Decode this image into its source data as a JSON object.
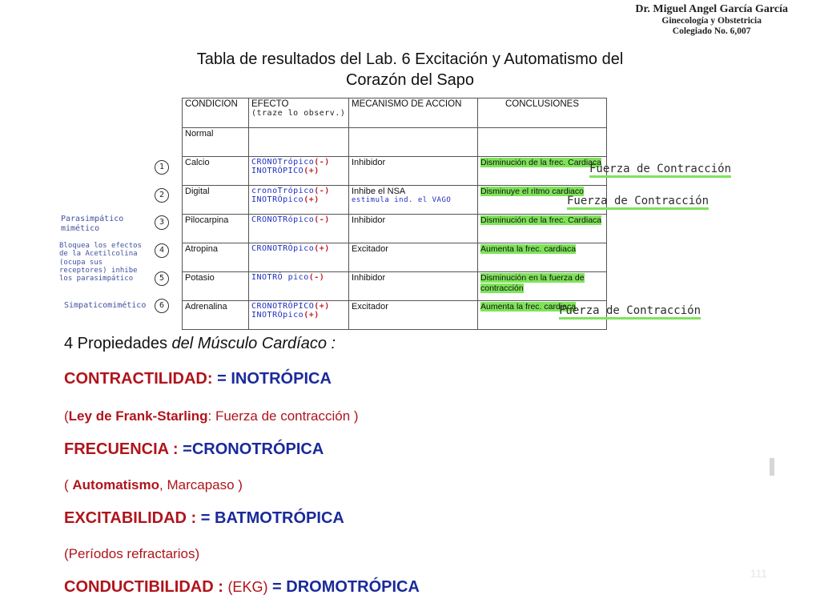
{
  "stamp": {
    "line1": "Dr. Miguel Angel García García",
    "line2": "Ginecología y Obstetricia",
    "line3": "Colegiado No. 6,007"
  },
  "title": {
    "line1": "Tabla de resultados del Lab. 6 Excitación y Automatismo del",
    "line2": "Corazón del Sapo"
  },
  "table": {
    "headers": {
      "condicion": "CONDICION",
      "efecto": "EFECTO",
      "efecto_note": "(traze lo observ.)",
      "mecanismo": "MECANISMO DE ACCION",
      "conclusiones": "CONCLUSIONES"
    },
    "rows": [
      {
        "num": "",
        "condicion": "Normal",
        "efecto1": "",
        "signo1": "",
        "efecto2": "",
        "signo2": "",
        "mecanismo": "",
        "mecanismo_note": "",
        "conclusion": ""
      },
      {
        "num": "1",
        "condicion": "Calcio",
        "efecto1": "CRONOTrópico",
        "signo1": "(-)",
        "efecto2": "INOTRÓPICO",
        "signo2": "(+)",
        "mecanismo": "Inhibidor",
        "mecanismo_note": "",
        "conclusion": "Disminución de la frec. Cardiaca"
      },
      {
        "num": "2",
        "condicion": "Digital",
        "efecto1": "cronoTrópico",
        "signo1": "(-)",
        "efecto2": "INOTRÓpico",
        "signo2": "(+)",
        "mecanismo": "Inhibe el NSA",
        "mecanismo_note": "estimula ind. el VAGO",
        "conclusion": "Disminuye el ritmo cardiaco"
      },
      {
        "num": "3",
        "condicion": "Pilocarpina",
        "efecto1": "CRONOTRópico",
        "signo1": "(-)",
        "efecto2": "",
        "signo2": "",
        "mecanismo": "Inhibidor",
        "mecanismo_note": "",
        "conclusion": "Disminución de la frec. Cardiaca"
      },
      {
        "num": "4",
        "condicion": "Atropina",
        "efecto1": "CRONOTRÓpico",
        "signo1": "(+)",
        "efecto2": "",
        "signo2": "",
        "mecanismo": "Excitador",
        "mecanismo_note": "",
        "conclusion": "Aumenta la frec. cardiaca"
      },
      {
        "num": "5",
        "condicion": "Potasio",
        "efecto1": "INOTRÓ pico",
        "signo1": "(-)",
        "efecto2": "",
        "signo2": "",
        "mecanismo": "Inhibidor",
        "mecanismo_note": "",
        "conclusion": "Disminución en la fuerza de contracción"
      },
      {
        "num": "6",
        "condicion": "Adrenalina",
        "efecto1": "CRONOTRÓPICO",
        "signo1": "(+)",
        "efecto2": "INOTRÓpico",
        "signo2": "(+)",
        "mecanismo": "Excitador",
        "mecanismo_note": "",
        "conclusion": "Aumenta la frec. cardiaca"
      }
    ],
    "fuerza_note": "Fuerza de Contracción"
  },
  "margin_notes": {
    "para": "Parasimpático mimético",
    "bloquea": "Bloquea los efectos de la Acetilcolina (ocupa sus receptores) inhibe los parasimpático",
    "simpatico": "Simpaticomimético"
  },
  "properties": {
    "heading_plain": "4 Propiedades ",
    "heading_italic": "del Músculo Cardíaco :",
    "contractilidad": {
      "label": "CONTRACTILIDAD:",
      "eq": "=",
      "value": "INOTRÓPICA"
    },
    "ley": {
      "open": "(",
      "bold": "Ley de Frank-Starling",
      "rest": ": Fuerza de contracción )"
    },
    "frecuencia": {
      "label": "FRECUENCIA :",
      "eq": "=",
      "value": "CRONOTRÓPICA"
    },
    "automatismo": {
      "open": "( ",
      "bold": "Automatismo",
      "rest": ",  Marcapaso )"
    },
    "excitabilidad": {
      "label": "EXCITABILIDAD :",
      "eq": "=",
      "value": "BATMOTRÓPICA"
    },
    "periodos": "(Períodos refractarios)",
    "conductibilidad": {
      "label": "CONDUCTIBILIDAD :",
      "ekg": "(EKG)",
      "eq": "=",
      "value": "DROMOTRÓPICA"
    }
  },
  "page_number": "111"
}
